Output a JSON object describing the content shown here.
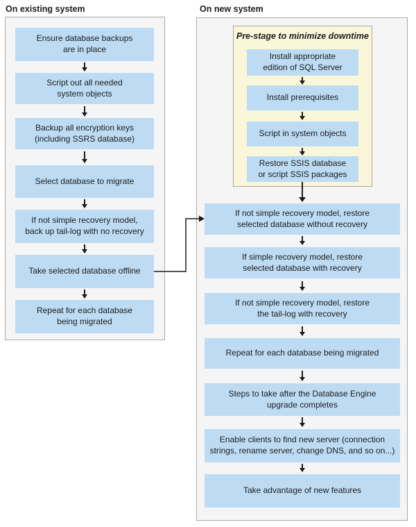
{
  "diagram": {
    "colors": {
      "step_fill": "#bddcf4",
      "panel_fill": "#f5f5f5",
      "panel_border": "#a9a9a9",
      "prestage_fill": "#faf6d9",
      "prestage_border": "#a6a6a6",
      "connector": "#1a1a1a",
      "text": "#1c1c1c"
    },
    "left": {
      "heading": "On existing system",
      "steps": [
        "Ensure database backups\nare in place",
        "Script out all needed\nsystem objects",
        "Backup all encryption keys\n(including SSRS database)",
        "Select database to migrate",
        "If not simple recovery model,\nback up tail-log with no recovery",
        "Take selected database offline",
        "Repeat for each database\nbeing migrated"
      ]
    },
    "right": {
      "heading": "On new system",
      "prestage": {
        "title": "Pre-stage to minimize downtime",
        "steps": [
          "Install appropriate\nedition of SQL Server",
          "Install prerequisites",
          "Script in system objects",
          "Restore SSIS database\nor script SSIS packages"
        ]
      },
      "steps": [
        "If not simple recovery model, restore\nselected database without recovery",
        "If simple recovery model, restore\nselected database with recovery",
        "If not simple recovery model, restore\nthe tail-log with recovery",
        "Repeat for each database being migrated",
        "Steps to take after the Database Engine\nupgrade completes",
        "Enable clients to find new server (connection\nstrings, rename server, change DNS, and so on...)",
        "Take advantage of new features"
      ]
    }
  }
}
